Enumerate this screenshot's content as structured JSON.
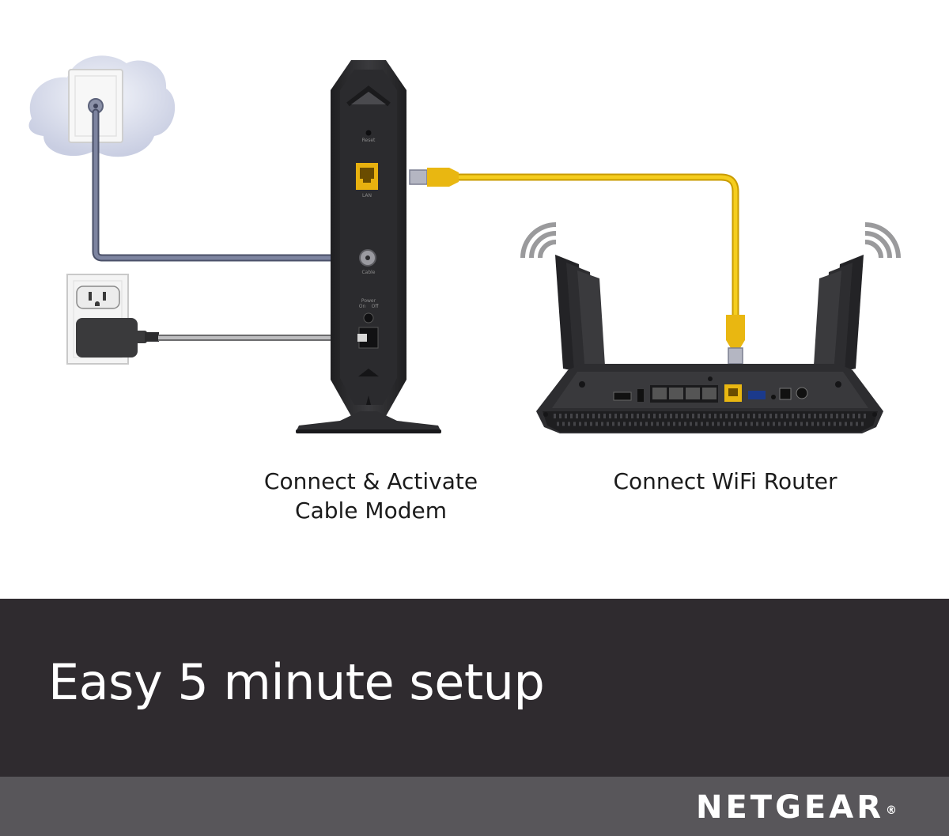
{
  "diagram": {
    "modem": {
      "port_labels": [
        "Reset",
        "LAN",
        "Cable",
        "Power",
        "On",
        "Off"
      ],
      "caption_line1": "Connect & Activate",
      "caption_line2": "Cable Modem"
    },
    "router": {
      "caption": "Connect WiFi Router"
    }
  },
  "banner": {
    "headline": "Easy 5 minute setup"
  },
  "footer": {
    "brand": "NETGEAR",
    "brand_mark": "®"
  },
  "colors": {
    "ethernet_cable": "#f2c417",
    "coax_cable": "#6e7590",
    "device_body": "#333336",
    "banner_bg": "#2f2b2f",
    "footer_bg": "#58565a"
  }
}
